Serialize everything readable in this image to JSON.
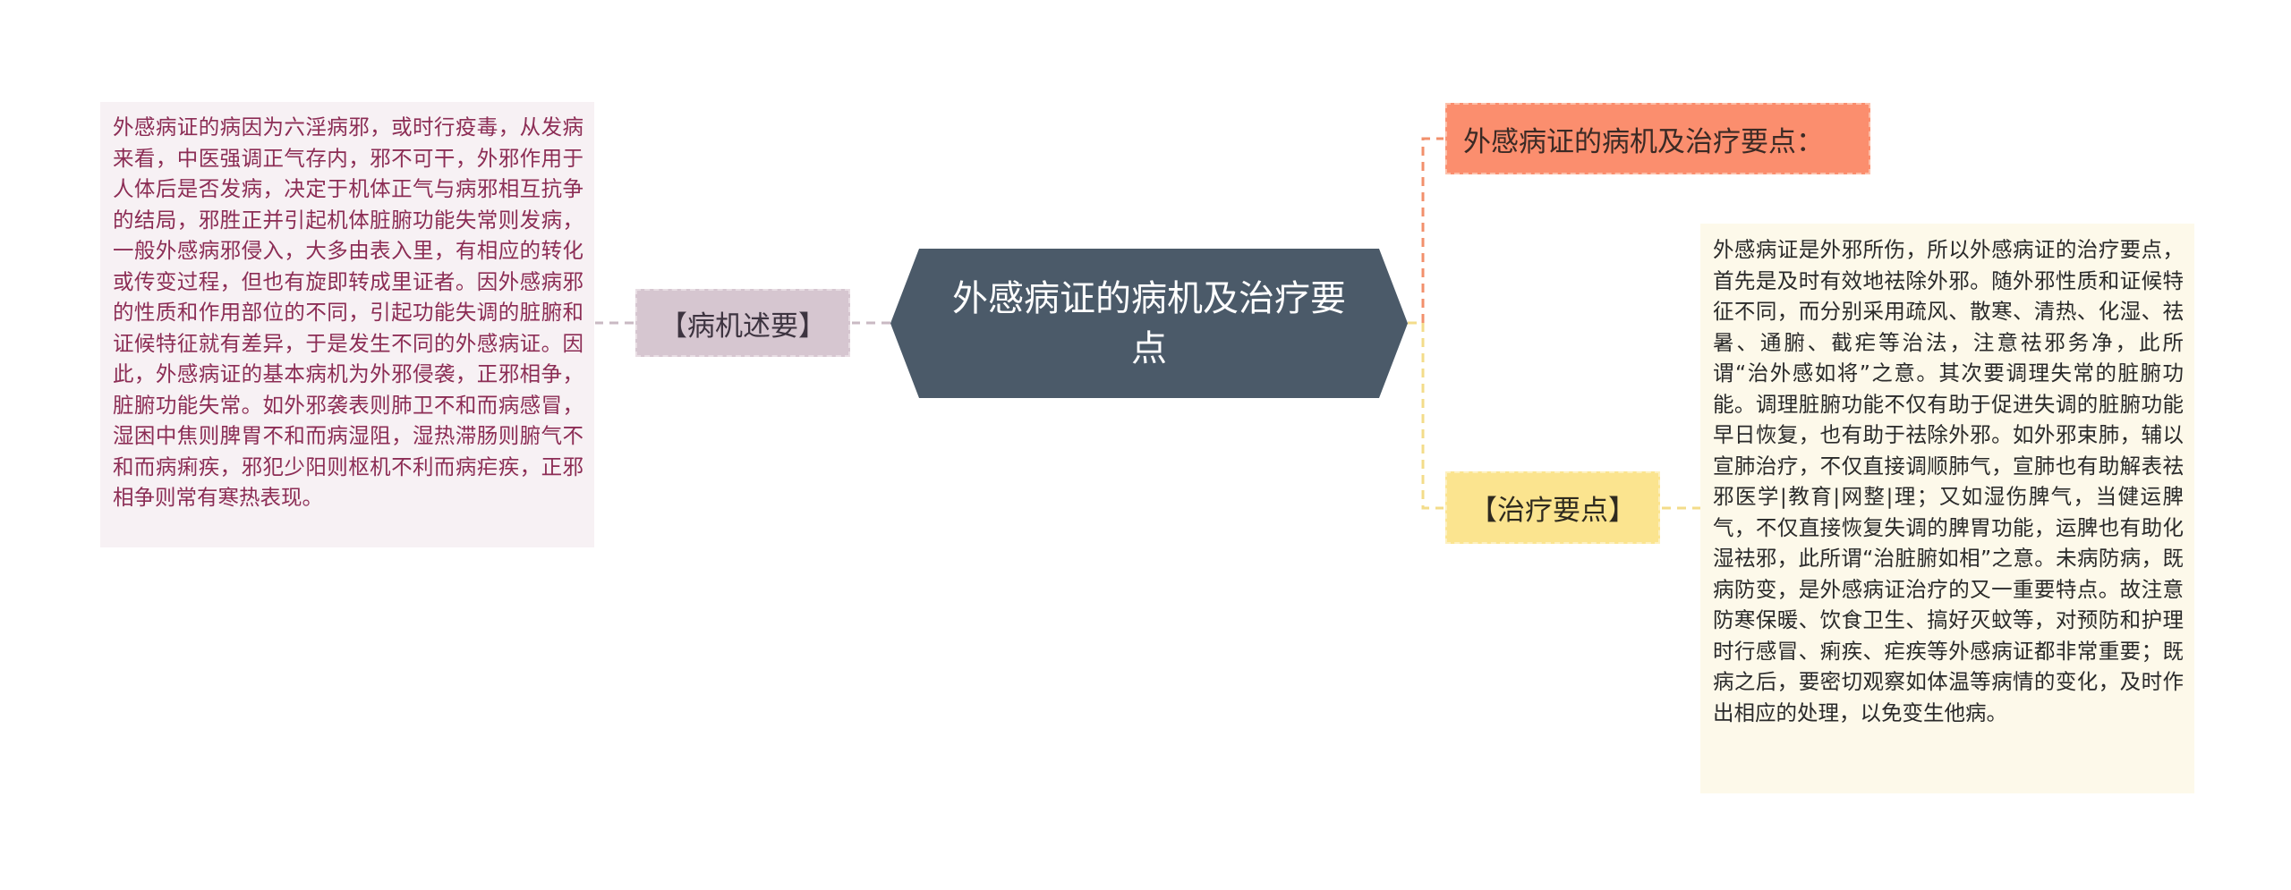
{
  "central_topic": "外感病证的病机及治疗要点",
  "left": {
    "label": "【病机述要】",
    "detail": "外感病证的病因为六淫病邪，或时行疫毒，从发病来看，中医强调正气存内，邪不可干，外邪作用于人体后是否发病，决定于机体正气与病邪相互抗争的结局，邪胜正并引起机体脏腑功能失常则发病，一般外感病邪侵入，大多由表入里，有相应的转化或传变过程，但也有旋即转成里证者。因外感病邪的性质和作用部位的不同，引起功能失调的脏腑和证候特征就有差异，于是发生不同的外感病证。因此，外感病证的基本病机为外邪侵袭，正邪相争，脏腑功能失常。如外邪袭表则肺卫不和而病感冒，湿困中焦则脾胃不和而病湿阻，湿热滞肠则腑气不和而病痢疾，邪犯少阳则枢机不利而病疟疾，正邪相争则常有寒热表现。"
  },
  "right": {
    "summary": "外感病证的病机及治疗要点：",
    "label": "【治疗要点】",
    "detail": "外感病证是外邪所伤，所以外感病证的治疗要点，首先是及时有效地祛除外邪。随外邪性质和证候特征不同，而分别采用疏风、散寒、清热、化湿、祛暑、通腑、截疟等治法，注意祛邪务净，此所谓“治外感如将”之意。其次要调理失常的脏腑功能。调理脏腑功能不仅有助于促进失调的脏腑功能早日恢复，也有助于祛除外邪。如外邪束肺，辅以宣肺治疗，不仅直接调顺肺气，宣肺也有助解表祛邪医学|教育|网整|理；又如湿伤脾气，当健运脾气，不仅直接恢复失调的脾胃功能，运脾也有助化湿祛邪，此所谓“治脏腑如相”之意。未病防病，既病防变，是外感病证治疗的又一重要特点。故注意防寒保暖、饮食卫生、搞好灭蚊等，对预防和护理时行感冒、痢疾、疟疾等外感病证都非常重要；既病之后，要密切观察如体温等病情的变化，及时作出相应的处理，以免变生他病。"
  },
  "colors": {
    "central_bg": "#4b5a69",
    "left_label_bg": "#d6c6d0",
    "left_detail_bg": "#f7f1f4",
    "left_detail_text": "#8c2d55",
    "right_summary_bg": "#fb8e6e",
    "right_label_bg": "#fbe48f",
    "right_detail_bg": "#fdf9ea",
    "line_left": "#c9b9c3",
    "line_summary": "#f2906c",
    "line_right": "#f3dc8a"
  }
}
